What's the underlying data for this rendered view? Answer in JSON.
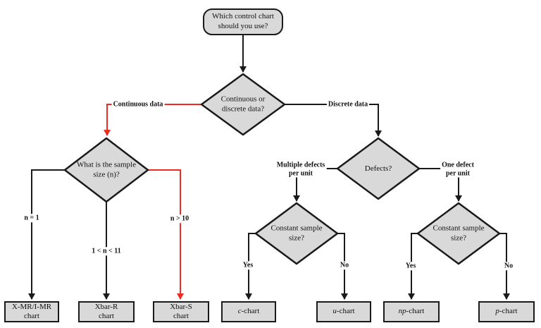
{
  "diagram": {
    "start": {
      "label": "Which control chart\nshould you use?"
    },
    "decisions": [
      {
        "label": "Continuous or\ndiscrete data?"
      },
      {
        "label": "What is the sample\nsize (n)?"
      },
      {
        "label": "Defects?"
      },
      {
        "label": "Constant sample\nsize?"
      },
      {
        "label": "Constant sample\nsize?"
      }
    ],
    "branches": {
      "continuous": "Continuous data",
      "discrete": "Discrete data",
      "n_eq_1": "n = 1",
      "n_mid": "1 < n < 11",
      "n_gt_10": "n > 10",
      "multiple_defects": "Multiple defects\nper unit",
      "one_defect": "One defect\nper unit",
      "yes_c": "Yes",
      "no_u": "No",
      "yes_np": "Yes",
      "no_p": "No"
    },
    "terminals": [
      {
        "italic": "",
        "rest": "X-MR/I-MR\nchart"
      },
      {
        "italic": "",
        "rest": "Xbar-R\nchart"
      },
      {
        "italic": "",
        "rest": "Xbar-S\nchart"
      },
      {
        "italic": "c",
        "rest": "-chart"
      },
      {
        "italic": "u",
        "rest": "-chart"
      },
      {
        "italic": "np",
        "rest": "-chart"
      },
      {
        "italic": "p",
        "rest": "-chart"
      }
    ],
    "colors": {
      "node_fill": "#d9d9d9",
      "node_border": "#1a1a1a",
      "line": "#1a1a1a",
      "highlight_red": "#ee2a22"
    }
  }
}
